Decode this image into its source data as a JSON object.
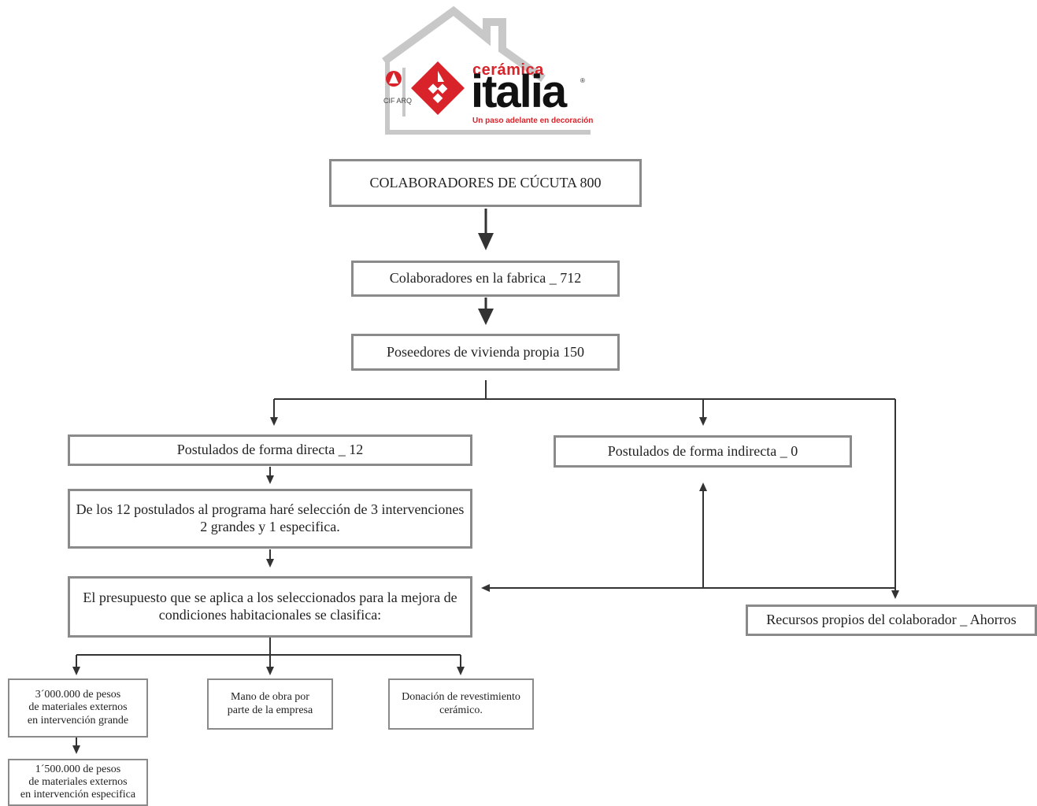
{
  "logo": {
    "brand_top": "cerámica",
    "brand_main": "italia",
    "tagline": "Un paso adelante en decoración",
    "reg_mark": "®",
    "side_mark": "CIF ARQ",
    "brand_color": "#d9232a"
  },
  "nodes": {
    "colaboradores_cucuta": "COLABORADORES DE CÚCUTA 800",
    "colaboradores_fabrica": "Colaboradores en la fabrica  _ 712",
    "poseedores_vivienda": "Poseedores de vivienda propia 150",
    "postulados_directa": "Postulados de forma directa _ 12",
    "postulados_indirecta": "Postulados de forma indirecta _ 0",
    "seleccion_line1": "De los 12 postulados al programa haré selección de 3 intervenciones",
    "seleccion_line2": "2 grandes y 1 especifica.",
    "presupuesto_line1": "El presupuesto que se aplica a los seleccionados para la mejora de",
    "presupuesto_line2": "condiciones habitacionales se clasifica:",
    "recursos_propios": "Recursos propios del colaborador _ Ahorros",
    "materiales_grande_line1": "3´000.000 de pesos",
    "materiales_grande_line2": "de materiales externos",
    "materiales_grande_line3": "en intervención grande",
    "mano_obra_line1": "Mano de obra por",
    "mano_obra_line2": "parte de la empresa",
    "donacion_line1": "Donación de revestimiento",
    "donacion_line2": "cerámico.",
    "materiales_especifica_line1": "1´500.000 de pesos",
    "materiales_especifica_line2": "de materiales externos",
    "materiales_especifica_line3": "en intervención especifica"
  },
  "colors": {
    "box_border": "#8a8a8a",
    "arrow": "#333333",
    "logo_outline": "#c8c8c8"
  }
}
